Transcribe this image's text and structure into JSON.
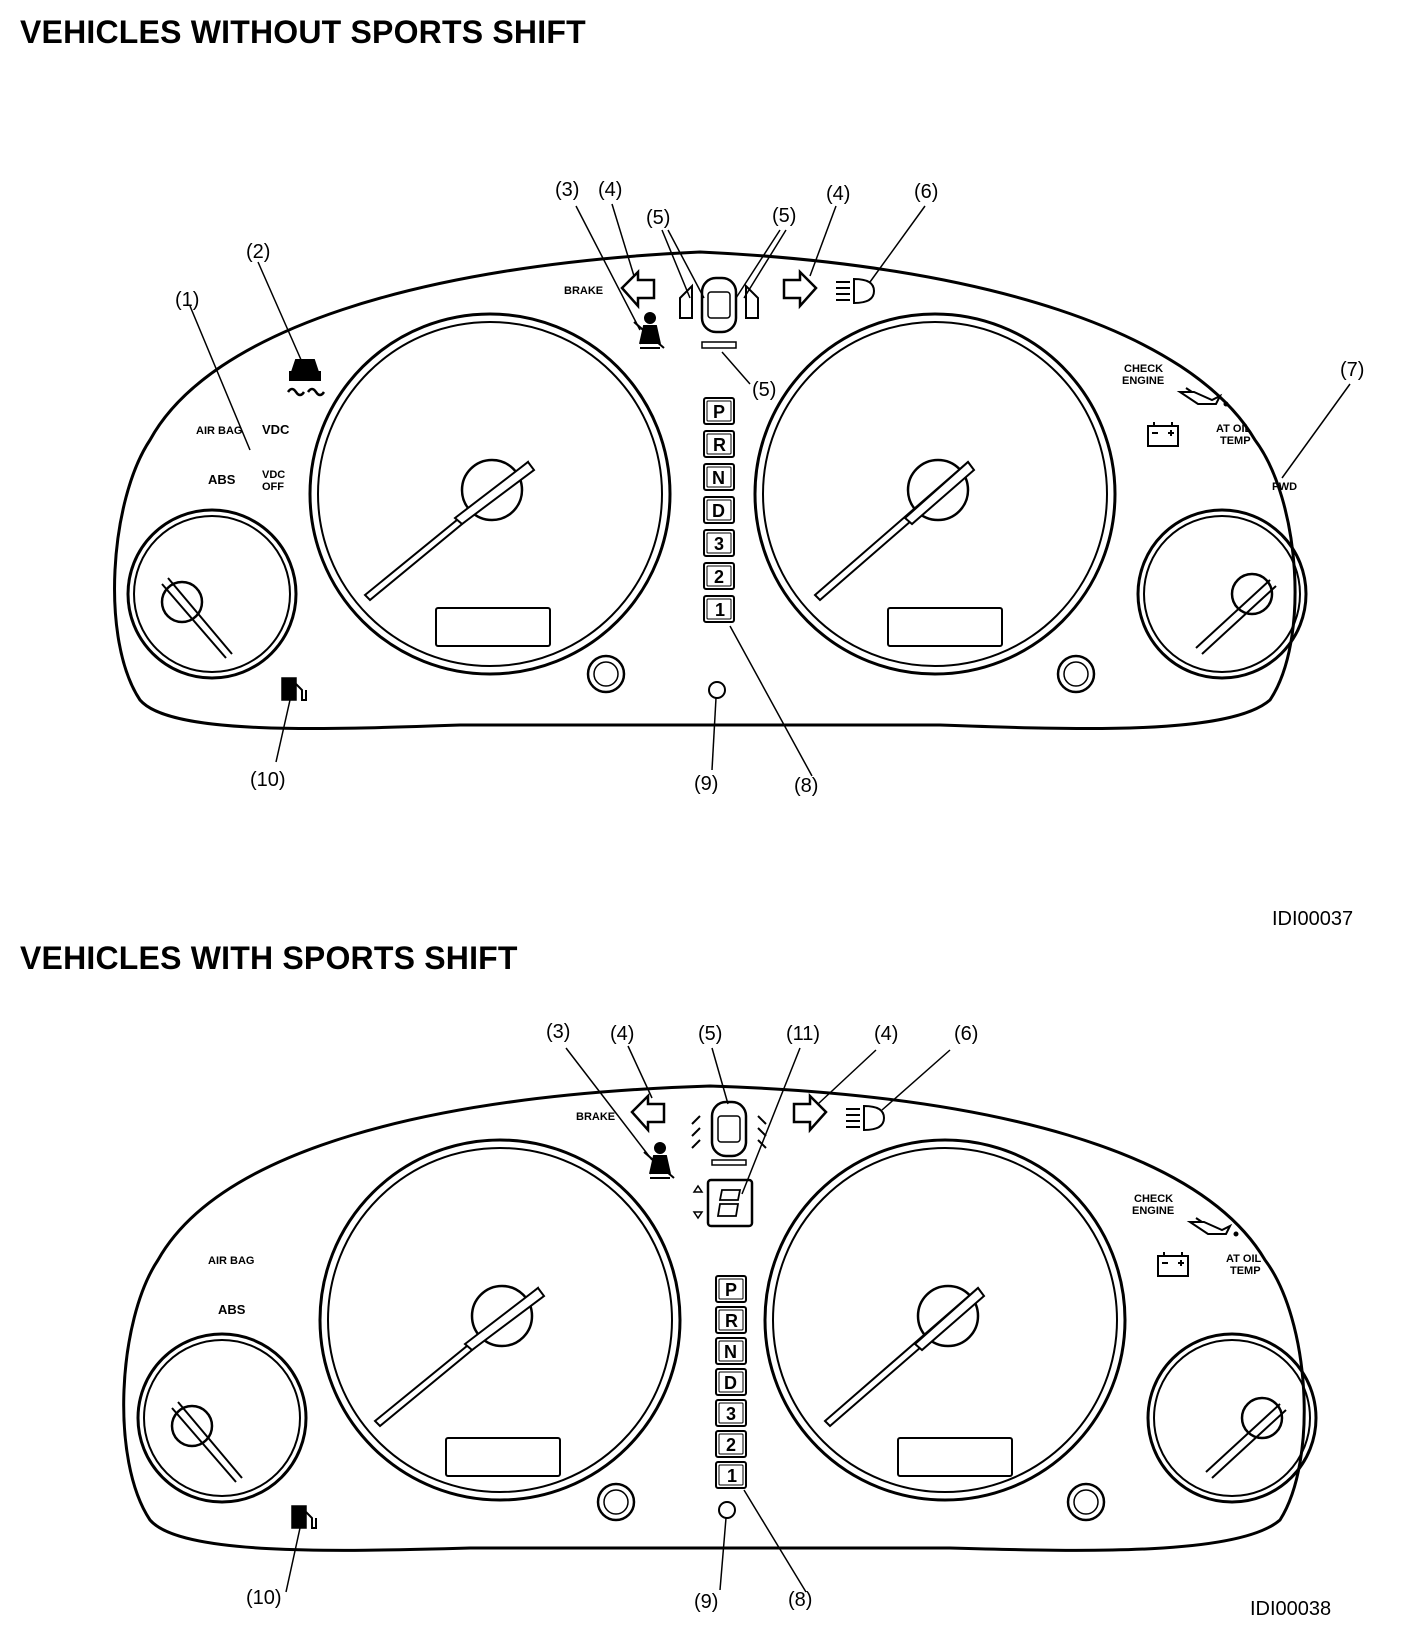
{
  "diagrams": [
    {
      "title": "VEHICLES WITHOUT SPORTS SHIFT",
      "figure_id": "IDI00037",
      "callouts": [
        "(1)",
        "(2)",
        "(3)",
        "(4)",
        "(4)",
        "(5)",
        "(5)",
        "(5)",
        "(6)",
        "(7)",
        "(8)",
        "(9)",
        "(10)"
      ],
      "labels": {
        "brake": "BRAKE",
        "air_bag": "AIR BAG",
        "vdc": "VDC",
        "abs": "ABS",
        "vdc_off_1": "VDC",
        "vdc_off_2": "OFF",
        "check_engine_1": "CHECK",
        "check_engine_2": "ENGINE",
        "at_oil_temp_1": "AT OIL",
        "at_oil_temp_2": "TEMP",
        "fwd": "FWD"
      },
      "gears": [
        "P",
        "R",
        "N",
        "D",
        "3",
        "2",
        "1"
      ]
    },
    {
      "title": "VEHICLES WITH SPORTS SHIFT",
      "figure_id": "IDI00038",
      "callouts": [
        "(3)",
        "(4)",
        "(5)",
        "(11)",
        "(4)",
        "(6)",
        "(10)",
        "(9)",
        "(8)"
      ],
      "labels": {
        "brake": "BRAKE",
        "air_bag": "AIR BAG",
        "abs": "ABS",
        "check_engine_1": "CHECK",
        "check_engine_2": "ENGINE",
        "at_oil_temp_1": "AT OIL",
        "at_oil_temp_2": "TEMP"
      },
      "gears": [
        "P",
        "R",
        "N",
        "D",
        "3",
        "2",
        "1"
      ]
    }
  ]
}
